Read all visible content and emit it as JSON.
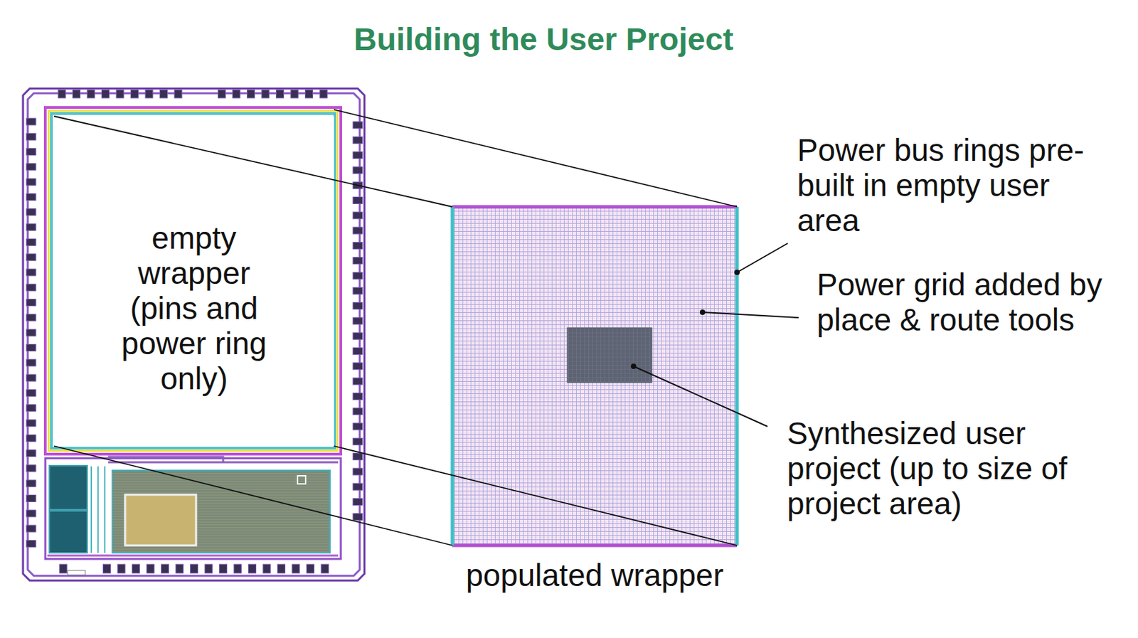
{
  "diagram": {
    "title": "Building the User Project",
    "nodes": [
      {
        "text": [
          "empty wrapper (pins and power ring only)"
        ]
      },
      {
        "text": [
          "populated wrapper"
        ]
      }
    ],
    "edges": [
      {
        "from": 0,
        "to": 1,
        "arrow": "none"
      },
      {
        "from": 0,
        "to": 1,
        "arrow": "none"
      },
      {
        "from": 0,
        "to": 1,
        "arrow": "none"
      },
      {
        "from": 0,
        "to": 1,
        "arrow": "none"
      }
    ],
    "labels": [
      "Power bus rings pre-built in empty user area",
      "Power grid added by place & route tools",
      "Synthesized user project (up to size of project area)"
    ]
  }
}
